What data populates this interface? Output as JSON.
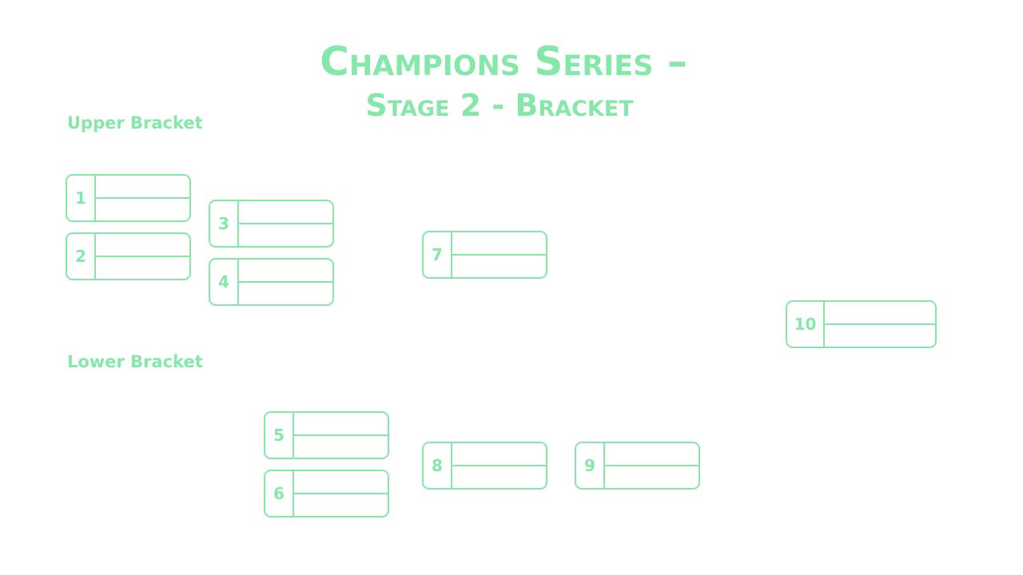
{
  "title_line1": "Champions Series –",
  "title_line2": "Stage 2 - Bracket",
  "upper_label": "Upper Bracket",
  "lower_label": "Lower Bracket",
  "accent_color": "#86e8a8",
  "matches": [
    {
      "number": "1",
      "team_a": "",
      "team_b": ""
    },
    {
      "number": "2",
      "team_a": "",
      "team_b": ""
    },
    {
      "number": "3",
      "team_a": "",
      "team_b": ""
    },
    {
      "number": "4",
      "team_a": "",
      "team_b": ""
    },
    {
      "number": "5",
      "team_a": "",
      "team_b": ""
    },
    {
      "number": "6",
      "team_a": "",
      "team_b": ""
    },
    {
      "number": "7",
      "team_a": "",
      "team_b": ""
    },
    {
      "number": "8",
      "team_a": "",
      "team_b": ""
    },
    {
      "number": "9",
      "team_a": "",
      "team_b": ""
    },
    {
      "number": "10",
      "team_a": "",
      "team_b": ""
    }
  ]
}
